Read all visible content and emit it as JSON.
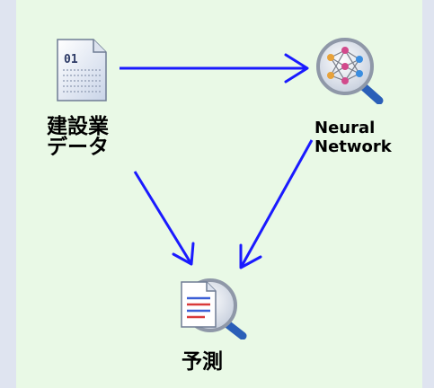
{
  "diagram": {
    "nodes": [
      {
        "id": "data",
        "label_line1": "建設業",
        "label_line2": "データ",
        "icon": "data-file-icon",
        "icon_text": "01"
      },
      {
        "id": "nn",
        "label_line1": "Neural",
        "label_line2": "Network",
        "icon": "neural-network-icon"
      },
      {
        "id": "predict",
        "label_line1": "予測",
        "icon": "prediction-icon"
      }
    ],
    "edges": [
      {
        "from": "data",
        "to": "nn"
      },
      {
        "from": "data",
        "to": "predict"
      },
      {
        "from": "nn",
        "to": "predict"
      }
    ],
    "colors": {
      "canvas": "#e9f9e6",
      "frame": "#dfe4f0",
      "edge": "#1a1aff"
    }
  }
}
